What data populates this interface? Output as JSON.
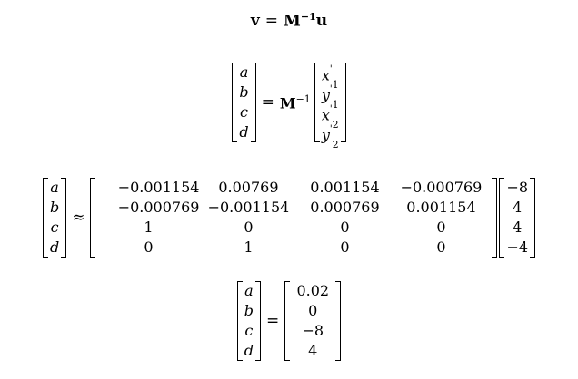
{
  "eq1": {
    "lhs": "v",
    "equals": "=",
    "rhs": "M",
    "exp": "−1",
    "vec": "u"
  },
  "eq2": {
    "abcd": [
      "a",
      "b",
      "c",
      "d"
    ],
    "equals": "=",
    "M": "M",
    "exp": "−1",
    "primes": [
      {
        "var": "x",
        "prime": "'",
        "sub": "1"
      },
      {
        "var": "y",
        "prime": "'",
        "sub": "1"
      },
      {
        "var": "x",
        "prime": "'",
        "sub": "2"
      },
      {
        "var": "y",
        "prime": "'",
        "sub": "2"
      }
    ]
  },
  "eq3": {
    "abcd": [
      "a",
      "b",
      "c",
      "d"
    ],
    "approx": "≈",
    "matrix": [
      [
        "−0.001154",
        "0.00769",
        "0.001154",
        "−0.000769"
      ],
      [
        "−0.000769",
        "−0.001154",
        "0.000769",
        "0.001154"
      ],
      [
        "1",
        "0",
        "0",
        "0"
      ],
      [
        "0",
        "1",
        "0",
        "0"
      ]
    ],
    "rhs": [
      "−8",
      "4",
      "4",
      "−4"
    ]
  },
  "eq4": {
    "abcd": [
      "a",
      "b",
      "c",
      "d"
    ],
    "equals": "=",
    "result": [
      "0.02",
      "0",
      "−8",
      "4"
    ]
  }
}
